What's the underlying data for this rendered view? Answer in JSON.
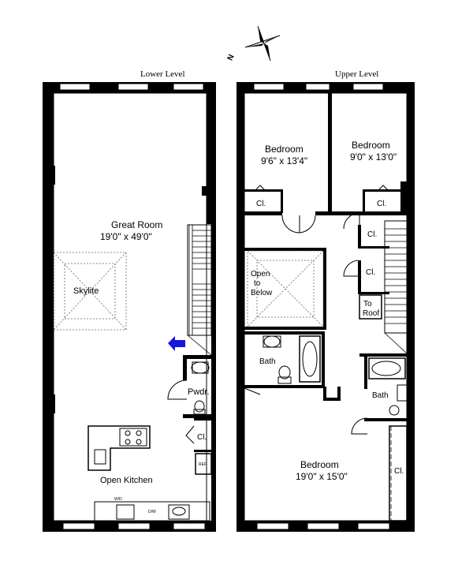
{
  "compass": {
    "north_label": "N"
  },
  "levels": {
    "lower": {
      "title": "Lower Level",
      "great_room": {
        "name": "Great Room",
        "dims": "19'0\" x 49'0\""
      },
      "skylite": "Skylite",
      "powder": "Pwdr.",
      "closet": "Cl.",
      "kitchen": "Open Kitchen",
      "appliances": {
        "ref": "REF",
        "wd": "W/D",
        "dw": "D/W"
      }
    },
    "upper": {
      "title": "Upper Level",
      "bedroom_left": {
        "name": "Bedroom",
        "dims": "9'6\" x 13'4\""
      },
      "bedroom_right": {
        "name": "Bedroom",
        "dims": "9'0\" x 13'0\""
      },
      "closet_labels": [
        "Cl.",
        "Cl.",
        "Cl.",
        "Cl.",
        "Cl."
      ],
      "open_to_below": [
        "Open",
        "to",
        "Below"
      ],
      "to_roof": [
        "To",
        "Roof"
      ],
      "bath_left": "Bath",
      "bath_right": "Bath",
      "master_bedroom": {
        "name": "Bedroom",
        "dims": "19'0\" x 15'0\""
      }
    }
  },
  "colors": {
    "arrow": "#1515e0",
    "wall": "#000000"
  }
}
